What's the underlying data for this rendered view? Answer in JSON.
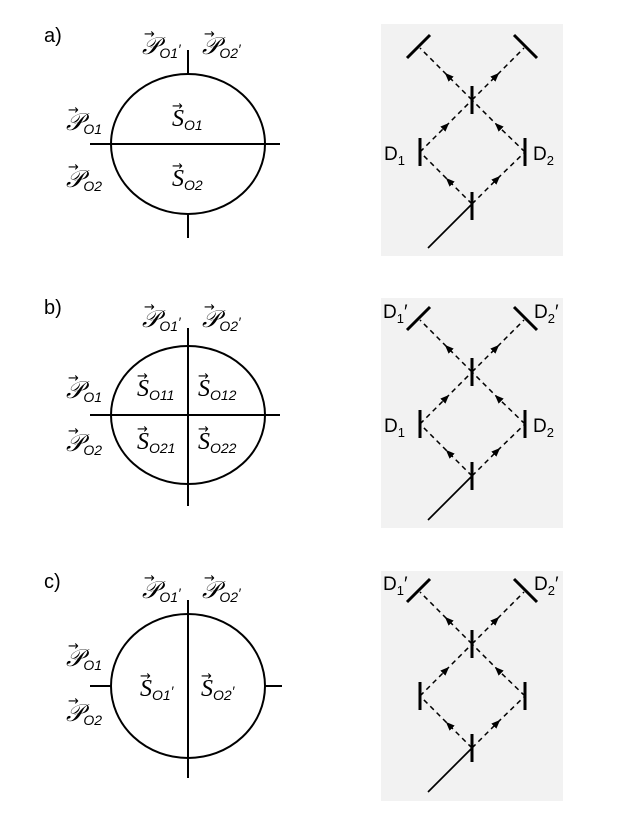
{
  "panels": [
    {
      "label": "a)",
      "symbols": {
        "p_o1_prime": {
          "sub": "O1",
          "prime": "′"
        },
        "p_o2_prime": {
          "sub": "O2",
          "prime": "′"
        },
        "p_o1": {
          "sub": "O1",
          "prime": ""
        },
        "p_o2": {
          "sub": "O2",
          "prime": ""
        },
        "s_upper": {
          "sub": "O1",
          "prime": ""
        },
        "s_lower": {
          "sub": "O2",
          "prime": ""
        }
      },
      "detectors": {
        "left": {
          "base": "D",
          "sub": "1",
          "prime": ""
        },
        "right": {
          "base": "D",
          "sub": "2",
          "prime": ""
        }
      }
    },
    {
      "label": "b)",
      "symbols": {
        "p_o1_prime": {
          "sub": "O1",
          "prime": "′"
        },
        "p_o2_prime": {
          "sub": "O2",
          "prime": "′"
        },
        "p_o1": {
          "sub": "O1",
          "prime": ""
        },
        "p_o2": {
          "sub": "O2",
          "prime": ""
        },
        "s_11": {
          "sub": "O11",
          "prime": ""
        },
        "s_12": {
          "sub": "O12",
          "prime": ""
        },
        "s_21": {
          "sub": "O21",
          "prime": ""
        },
        "s_22": {
          "sub": "O22",
          "prime": ""
        }
      },
      "detectors": {
        "top_left": {
          "base": "D",
          "sub": "1",
          "prime": "′"
        },
        "top_right": {
          "base": "D",
          "sub": "2",
          "prime": "′"
        },
        "left": {
          "base": "D",
          "sub": "1",
          "prime": ""
        },
        "right": {
          "base": "D",
          "sub": "2",
          "prime": ""
        }
      }
    },
    {
      "label": "c)",
      "symbols": {
        "p_o1_prime": {
          "sub": "O1",
          "prime": "′"
        },
        "p_o2_prime": {
          "sub": "O2",
          "prime": "′"
        },
        "p_o1": {
          "sub": "O1",
          "prime": ""
        },
        "p_o2": {
          "sub": "O2",
          "prime": ""
        },
        "s_left": {
          "sub": "O1",
          "prime": "′"
        },
        "s_right": {
          "sub": "O2",
          "prime": "′"
        }
      },
      "detectors": {
        "top_left": {
          "base": "D",
          "sub": "1",
          "prime": "′"
        },
        "top_right": {
          "base": "D",
          "sub": "2",
          "prime": "′"
        }
      }
    }
  ],
  "glyphs": {
    "script_p": "𝒫",
    "s": "S",
    "vector_arrow": "→"
  },
  "colors": {
    "ink": "#000000",
    "interferometer_bg": "#f2f2f2"
  }
}
